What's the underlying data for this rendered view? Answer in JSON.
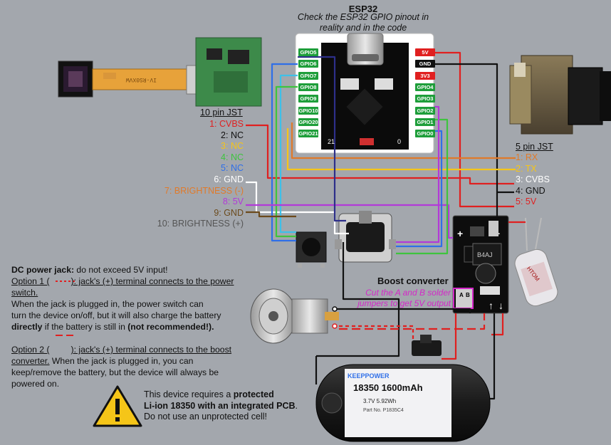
{
  "esp32": {
    "title": "ESP32",
    "note_line1": "Check the ESP32 GPIO pinout in",
    "note_line2": "reality and in the code",
    "left_pins": [
      "GPIO5",
      "GPIO6",
      "GPIO7",
      "GPIO8",
      "GPIO9",
      "GPIO10",
      "GPIO20",
      "GPIO21"
    ],
    "right_pins": [
      "5V",
      "GND",
      "3V3",
      "GPIO4",
      "GPIO3",
      "GPIO2",
      "GPIO1",
      "GPIO0"
    ],
    "board_num_left": "21",
    "board_num_right": "0"
  },
  "jst10": {
    "title": "10 pin JST",
    "pins": [
      {
        "text": "1: CVBS",
        "color": "#e02020"
      },
      {
        "text": "2: NC",
        "color": "#111111"
      },
      {
        "text": "3: NC",
        "color": "#f5c518"
      },
      {
        "text": "4: NC",
        "color": "#3ec43e"
      },
      {
        "text": "5: NC",
        "color": "#2f6fe8"
      },
      {
        "text": "6: GND",
        "color": "#ffffff"
      },
      {
        "text": "7: BRIGHTNESS (-)",
        "color": "#e07a2a"
      },
      {
        "text": "8: 5V",
        "color": "#b23ad8"
      },
      {
        "text": "9: GND",
        "color": "#6b4a1c"
      },
      {
        "text": "10: BRIGHTNESS (+)",
        "color": "#555555"
      }
    ]
  },
  "jst5": {
    "title": "5 pin JST",
    "pins": [
      {
        "text": "1: RX",
        "color": "#e07a2a"
      },
      {
        "text": "2: TX",
        "color": "#f5c518"
      },
      {
        "text": "3: CVBS",
        "color": "#ffffff"
      },
      {
        "text": "4: GND",
        "color": "#111111"
      },
      {
        "text": "5: 5V",
        "color": "#e02020"
      }
    ]
  },
  "boost": {
    "title": "Boost converter",
    "note_line1": "Cut the A and B solder",
    "note_line2": "jumpers to get 5V output",
    "chip_label": "B4AJ",
    "pad_a": "A",
    "pad_b": "B"
  },
  "dc_jack": {
    "title": "DC power jack:",
    "title_rest": " do not exceed 5V input!",
    "opt1_prefix": "Option 1 (",
    "opt1_suffix": "): jack's (+) terminal connects to the power switch.",
    "opt1_line2": "When the jack is plugged in, the power switch can",
    "opt1_line3": "turn the device on/off, but it will also charge the battery",
    "opt1_bold1": "directly",
    "opt1_mid": " if the battery is still in ",
    "opt1_bold2": "(not recommended!).",
    "opt2_prefix": "Option 2 (",
    "opt2_suffix": "): jack's (+) terminal connects to the boost",
    "opt2_line2": "converter.",
    "opt2_line2b": " When the jack is plugged in, you can",
    "opt2_line3": "keep/remove the battery, but the device will always be",
    "opt2_line4": "powered on."
  },
  "warning": {
    "l1a": "This device requires a ",
    "l1b": "protected",
    "l2a": "Li-ion 18350 with an integrated PCB",
    "l2b": ".",
    "l3": "Do not use an unprotected cell!"
  },
  "battery": {
    "brand": "KEEPPOWER",
    "model": "18350 1600mAh",
    "spec": "3.7V 5.92Wh",
    "part": "Part No. P1835C4"
  },
  "sensor_pcb": {
    "label": "IV-RS0XVW"
  },
  "capacitor": {
    "label": "HTOM"
  },
  "colors": {
    "background": "#a3a7ad",
    "gpio_green": "#1e9e3a",
    "power_red": "#e02020",
    "gnd_black": "#111111",
    "dashed_red": "#e02020",
    "warning_yellow": "#f5c518"
  }
}
